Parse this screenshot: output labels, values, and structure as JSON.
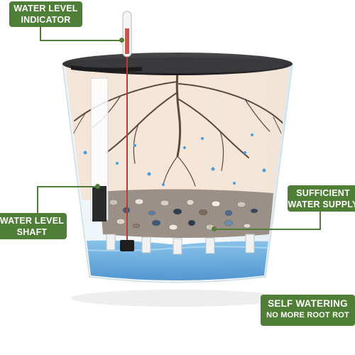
{
  "labels": {
    "water_level_indicator": [
      "WATER LEVEL",
      "INDICATOR"
    ],
    "water_level_shaft": [
      "WATER LEVEL",
      "SHAFT"
    ],
    "sufficient_water_supply": [
      "SUFFICIENT",
      "WATER SUPPLY"
    ],
    "self_watering": [
      "SELF WATERING",
      "NO MORE ROOT ROT"
    ]
  },
  "colors": {
    "label_bg": "#4f7f36",
    "pot_rim": "#2e2e30",
    "soil_bg": "#f4e3d4",
    "water": "#3d8fd0",
    "roots": "#5a4a42"
  }
}
